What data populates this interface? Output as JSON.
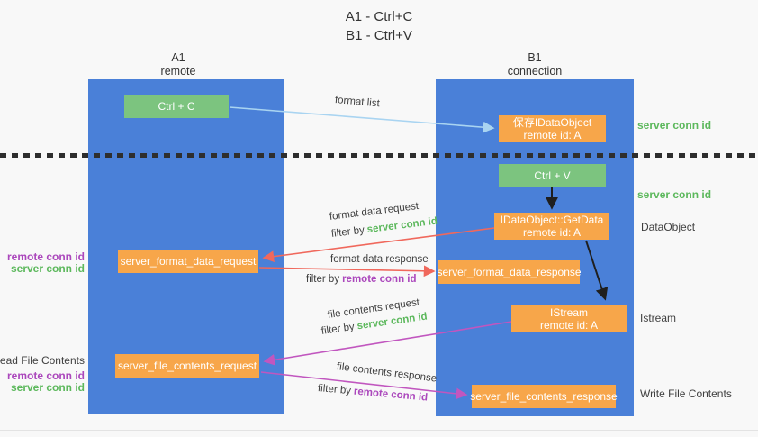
{
  "title": {
    "line1": "A1 - Ctrl+C",
    "line2": "B1 - Ctrl+V"
  },
  "lifelines": {
    "left": {
      "name": "A1",
      "role": "remote"
    },
    "right": {
      "name": "B1",
      "role": "connection"
    }
  },
  "nodes": {
    "ctrl_c": {
      "label": "Ctrl + C"
    },
    "save_idataobject": {
      "line1": "保存IDataObject",
      "line2": "remote id: A"
    },
    "ctrl_v": {
      "label": "Ctrl + V"
    },
    "getdata": {
      "line1": "IDataObject::GetData",
      "line2": "remote id: A"
    },
    "istream": {
      "line1": "IStream",
      "line2": "remote id: A"
    },
    "format_request": {
      "label": "server_format_data_request"
    },
    "format_response": {
      "label": "server_format_data_response"
    },
    "file_request": {
      "label": "server_file_contents_request"
    },
    "file_response": {
      "label": "server_file_contents_response"
    }
  },
  "arrow_labels": {
    "format_list": "format list",
    "format_data_request": "format data request",
    "format_data_response": "format data response",
    "file_contents_request": "file contents request",
    "file_contents_response": "file contents response",
    "filter_by": "filter by",
    "server_conn_id": "server conn id",
    "remote_conn_id": "remote conn id"
  },
  "side_labels": {
    "right_server_conn_id_top": "server conn id",
    "right_server_conn_id_mid": "server conn id",
    "dataobject": "DataObject",
    "istream": "Istream",
    "write_file_contents": "Write File Contents",
    "read_file_contents": "Read File Contents",
    "left_remote_conn_id_top": "remote conn id",
    "left_server_conn_id_top": "server conn id",
    "left_remote_conn_id_bottom": "remote conn id",
    "left_server_conn_id_bottom": "server conn id"
  },
  "colors": {
    "lifeline_blue": "#4a80d8",
    "box_green": "#7cc47f",
    "box_orange": "#f7a64a",
    "arrow_light_blue": "#a9d4f1",
    "arrow_red": "#f0685c",
    "arrow_magenta": "#c156bf",
    "arrow_black": "#1f1f1f",
    "label_green": "#5cb85c",
    "label_purple": "#ab47bc",
    "text_dark": "#3f3f3f",
    "background": "#f8f8f8"
  }
}
